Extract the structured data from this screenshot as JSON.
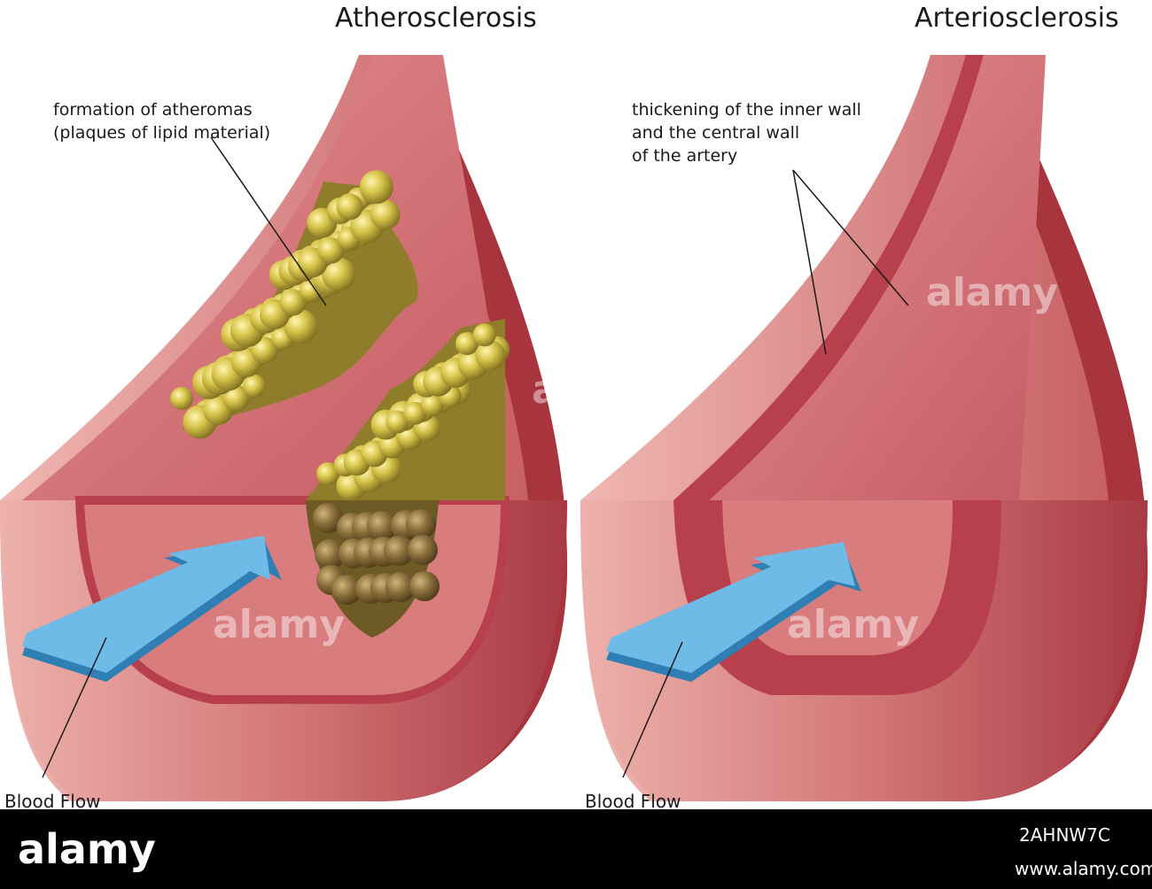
{
  "titles": {
    "left": "Atherosclerosis",
    "right": "Arteriosclerosis"
  },
  "annotations": {
    "left_line1": "formation of atheromas",
    "left_line2": "(plaques of lipid material)",
    "right_line1": "thickening of the inner wall",
    "right_line2": "and the central wall",
    "right_line3": "of the artery",
    "blood_flow_left": "Blood Flow",
    "blood_flow_right": "Blood Flow"
  },
  "watermark": {
    "text": "alamy"
  },
  "footer": {
    "logo": "alamy",
    "image_id": "2AHNW7C",
    "url": "www.alamy.com"
  },
  "colors": {
    "outer_wall": "#e8a3a0",
    "outer_wall_dark": "#a8343e",
    "middle_wall": "#b8404d",
    "lumen": "#d6757a",
    "arrow": "#6dbbe6",
    "arrow_edge": "#2f7fb5",
    "plaque": "#c4b23a",
    "plaque_dark": "#7a6b2a",
    "footer_bar": "#000000"
  }
}
